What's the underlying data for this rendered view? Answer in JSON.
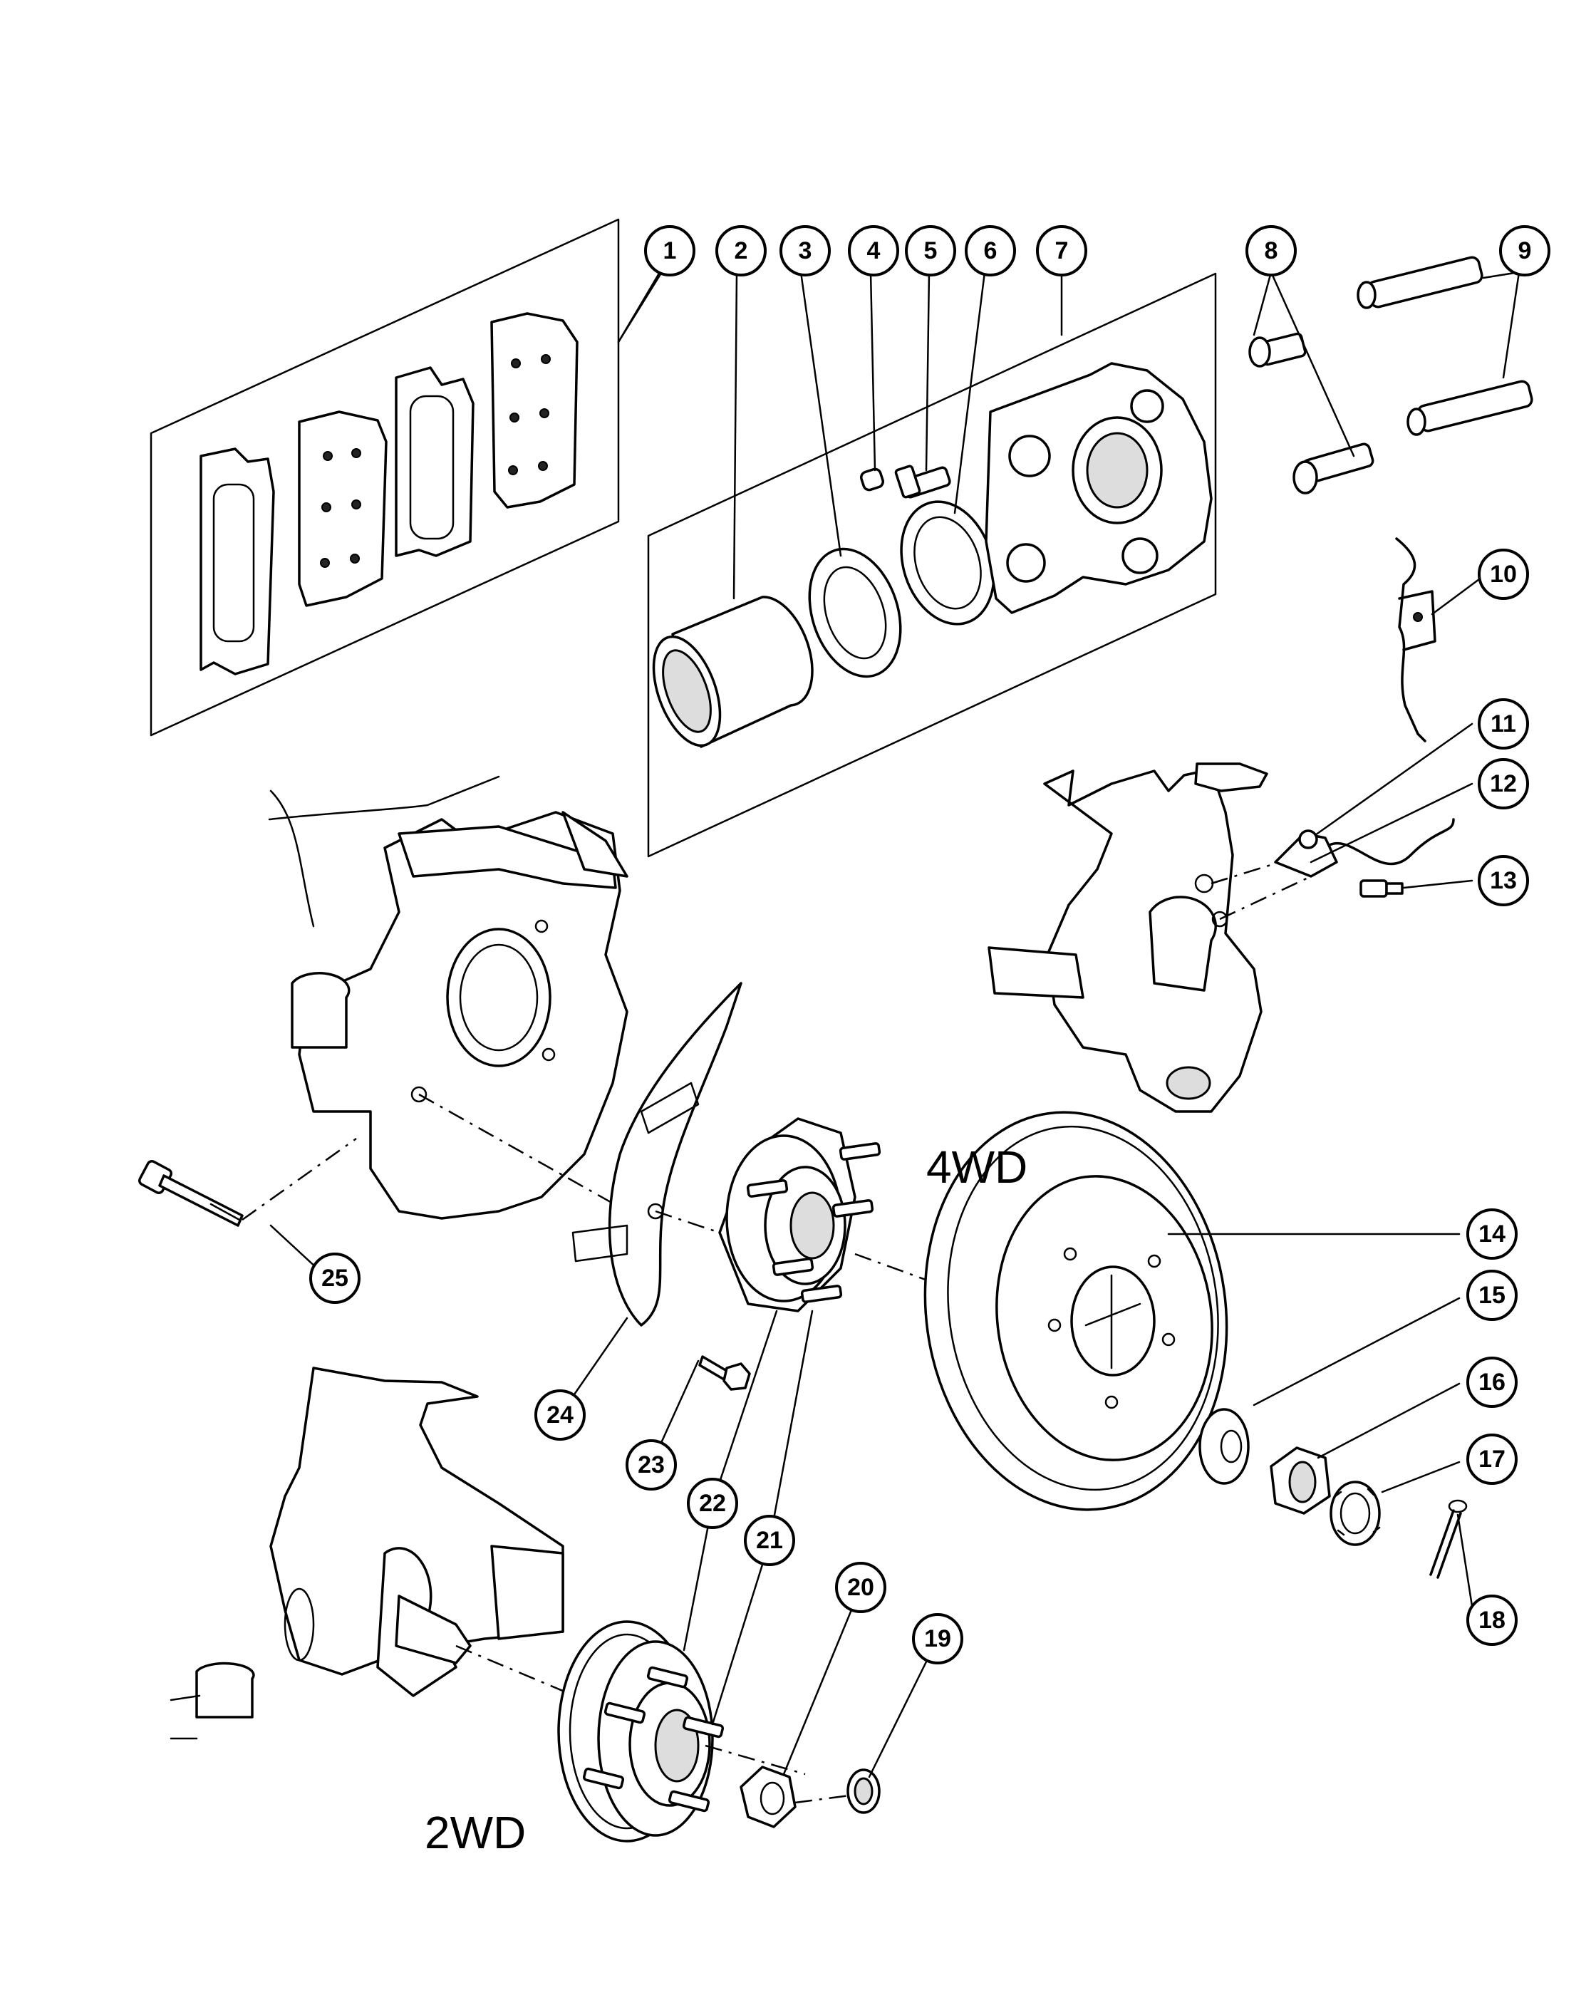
{
  "labels": {
    "four_wd": "4WD",
    "two_wd": "2WD"
  },
  "callouts": [
    "1",
    "2",
    "3",
    "4",
    "5",
    "6",
    "7",
    "8",
    "9",
    "10",
    "11",
    "12",
    "13",
    "14",
    "15",
    "16",
    "17",
    "18",
    "19",
    "20",
    "21",
    "22",
    "23",
    "24",
    "25"
  ]
}
